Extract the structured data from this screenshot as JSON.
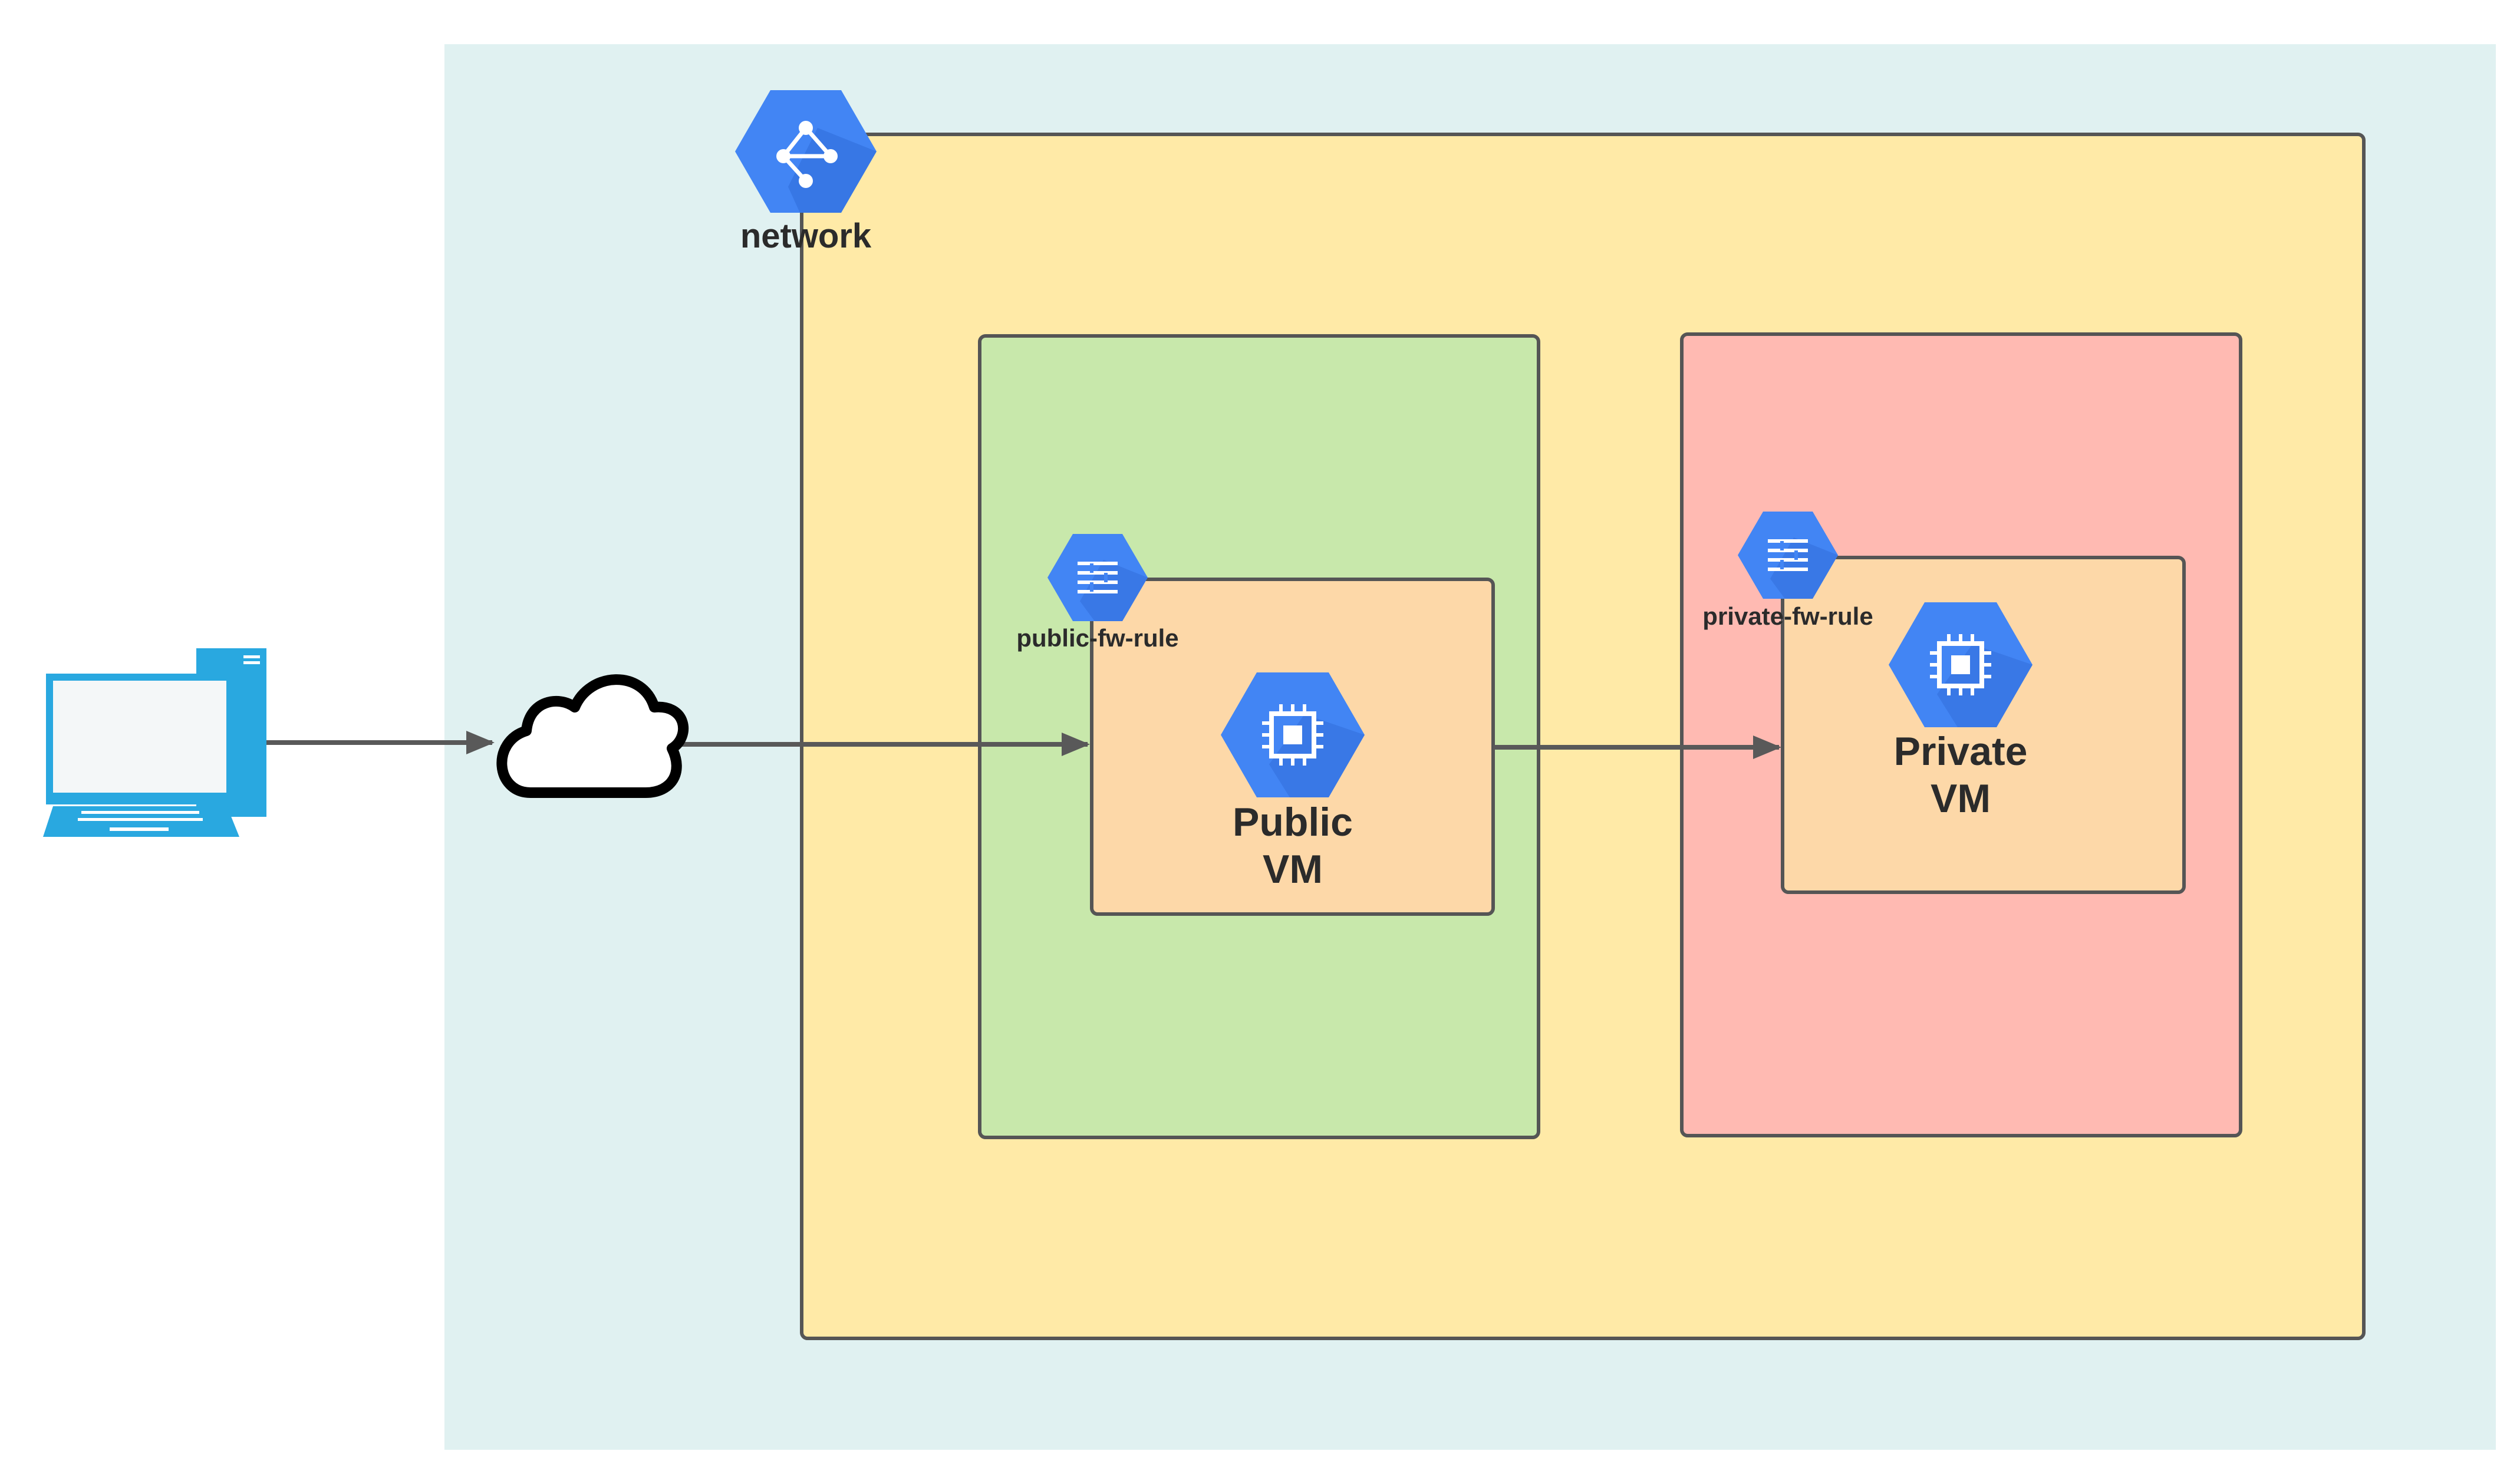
{
  "diagram": {
    "network": {
      "label": "network",
      "icon": "vpc-network-icon",
      "colors": {
        "outer_area": "#e0f1f1",
        "network_box": "#ffeaa7",
        "hex": "#4285f4"
      }
    },
    "public_subnet": {
      "color": "#c8e8ab",
      "firewall": {
        "label": "public-fw-rule",
        "icon": "firewall-icon"
      },
      "vm": {
        "label_line1": "Public",
        "label_line2": "VM",
        "icon": "compute-engine-icon",
        "color": "#fdd8a8"
      }
    },
    "private_subnet": {
      "color": "#ffbab2",
      "firewall": {
        "label": "private-fw-rule",
        "icon": "firewall-icon"
      },
      "vm": {
        "label_line1": "Private",
        "label_line2": "VM",
        "icon": "compute-engine-icon",
        "color": "#fdd8a8"
      }
    },
    "client": {
      "icon": "desktop-computer-icon",
      "color": "#29a8e0"
    },
    "internet": {
      "icon": "cloud-icon"
    },
    "connectors": [
      {
        "from": "client",
        "to": "internet"
      },
      {
        "from": "internet",
        "to": "public-vm"
      },
      {
        "from": "public-vm",
        "to": "private-vm"
      }
    ]
  }
}
